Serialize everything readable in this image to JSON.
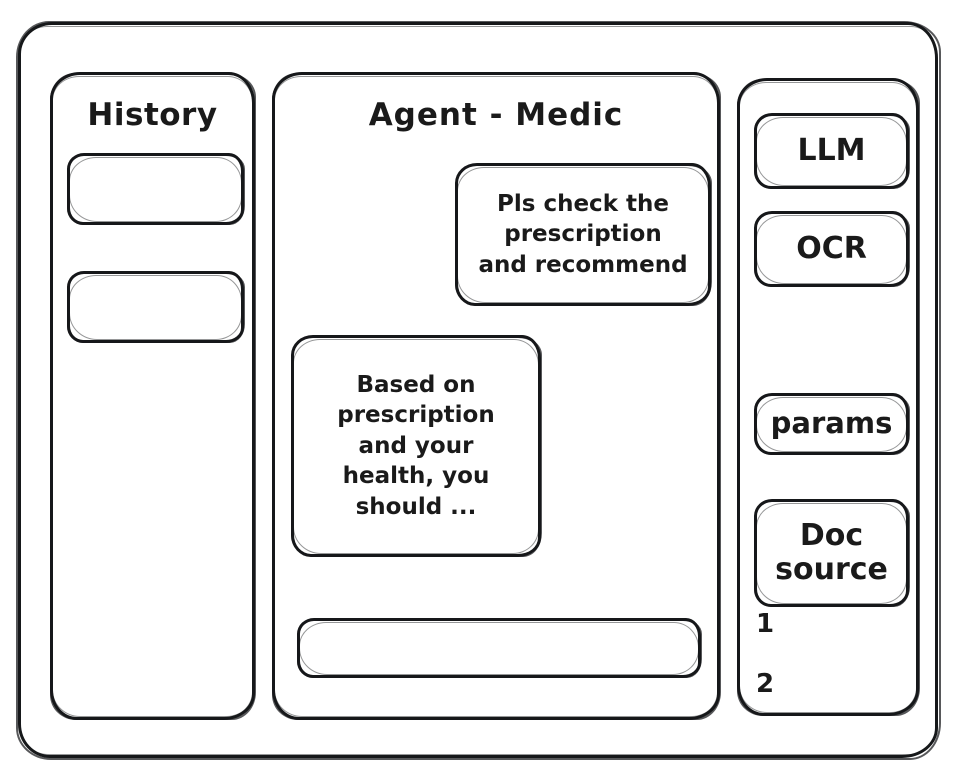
{
  "window": {
    "title": "Agent - Medic"
  },
  "sidebar_history": {
    "title": "History",
    "items": [
      {
        "label": ""
      },
      {
        "label": ""
      }
    ]
  },
  "main": {
    "title": "Agent - Medic",
    "messages": [
      {
        "role": "user",
        "text": "Pls check the\nprescription\nand recommend"
      },
      {
        "role": "assistant",
        "text": "Based on\nprescription\nand your\nhealth, you\nshould ..."
      }
    ],
    "input": {
      "value": "",
      "placeholder": ""
    }
  },
  "sidebar_tools": {
    "cards": [
      {
        "label": "LLM"
      },
      {
        "label": "OCR"
      },
      {
        "label": "params"
      },
      {
        "label": "Doc\nsource"
      }
    ],
    "doc_sources": [
      {
        "label": "1"
      },
      {
        "label": "2"
      }
    ]
  },
  "colors": {
    "stroke": "#16181a",
    "background": "#ffffff"
  }
}
